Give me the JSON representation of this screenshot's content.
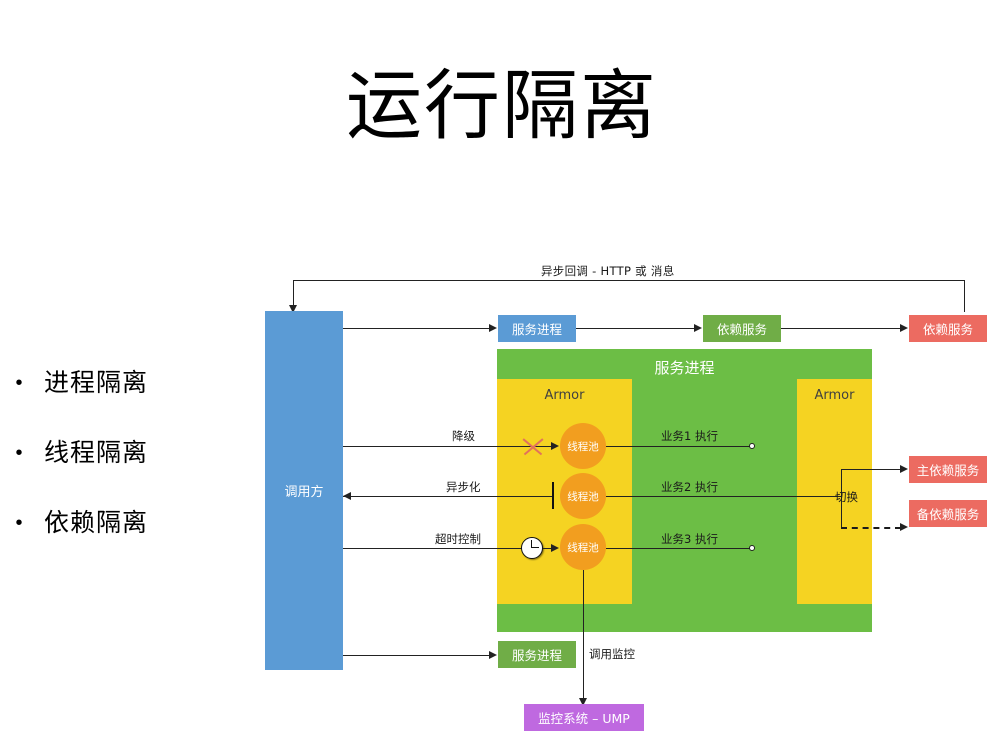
{
  "slide": {
    "title": "运行隔离",
    "bullets": [
      {
        "marker": "•",
        "label": "进程隔离"
      },
      {
        "marker": "•",
        "label": "线程隔离"
      },
      {
        "marker": "•",
        "label": "依赖隔离"
      }
    ]
  },
  "diagram": {
    "top_callback_label": "异步回调 - HTTP 或 消息",
    "caller_box": "调用方",
    "service_process_top": "服务进程",
    "dependency_service_green": "依赖服务",
    "dependency_service_red": "依赖服务",
    "service_process_panel": "服务进程",
    "armor_left": "Armor",
    "armor_right": "Armor",
    "thread_pools": [
      {
        "label": "线程池"
      },
      {
        "label": "线程池"
      },
      {
        "label": "线程池"
      }
    ],
    "control_labels": [
      {
        "label": "降级",
        "icon": "red-x-icon"
      },
      {
        "label": "异步化",
        "icon": "t-bar-block-icon"
      },
      {
        "label": "超时控制",
        "icon": "clock-icon"
      }
    ],
    "business_labels": [
      "业务1 执行",
      "业务2 执行",
      "业务3 执行"
    ],
    "switch_label": "切换",
    "primary_dependency": "主依赖服务",
    "backup_dependency": "备依赖服务",
    "service_process_bottom": "服务进程",
    "monitor_link_label": "调用监控",
    "monitor_system": "监控系统 – UMP"
  },
  "colors": {
    "blue": "#5b9bd5",
    "green": "#70ad47",
    "green_panel": "#6cbe45",
    "yellow": "#f5d322",
    "orange": "#f29e1f",
    "red": "#ec6b61",
    "purple": "#bf69e0",
    "line": "#222222",
    "x_mark": "#e2725b"
  }
}
